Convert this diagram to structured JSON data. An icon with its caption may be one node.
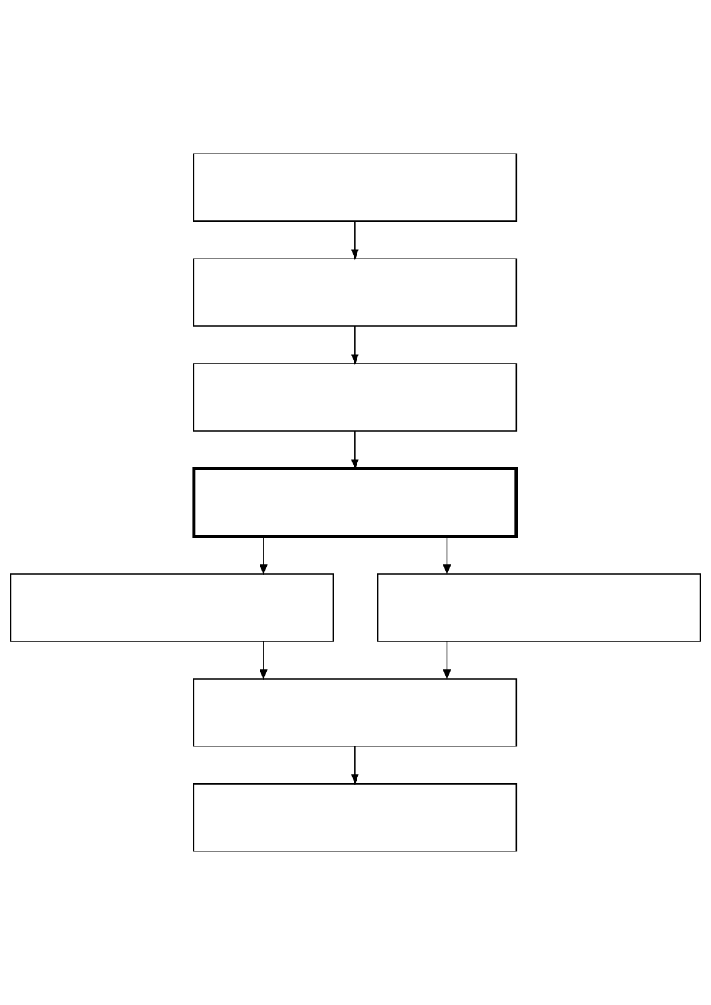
{
  "diagram": {
    "nodes": [
      {
        "text": [],
        "shape": "box"
      },
      {
        "text": [],
        "shape": "box"
      },
      {
        "text": [],
        "shape": "box"
      },
      {
        "text": [],
        "shape": "box"
      },
      {
        "text": [],
        "shape": "box"
      },
      {
        "text": [],
        "shape": "box"
      },
      {
        "text": [],
        "shape": "box"
      },
      {
        "text": [],
        "shape": "box"
      }
    ],
    "edges": [
      {
        "from": 0,
        "to": 1,
        "arrow": "to"
      },
      {
        "from": 1,
        "to": 2,
        "arrow": "to"
      },
      {
        "from": 2,
        "to": 3,
        "arrow": "to"
      },
      {
        "from": 3,
        "to": 4,
        "arrow": "to"
      },
      {
        "from": 3,
        "to": 5,
        "arrow": "to"
      },
      {
        "from": 4,
        "to": 6,
        "arrow": "to"
      },
      {
        "from": 5,
        "to": 6,
        "arrow": "to"
      },
      {
        "from": 6,
        "to": 7,
        "arrow": "to"
      }
    ]
  }
}
